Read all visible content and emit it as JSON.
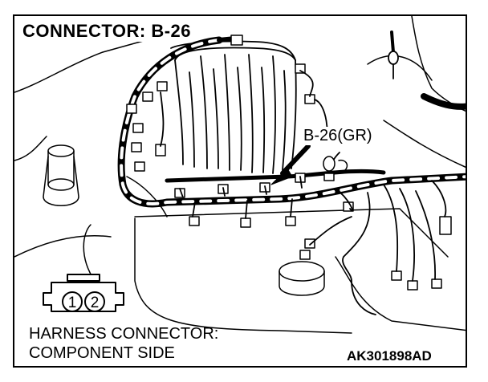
{
  "title": "CONNECTOR: B-26",
  "callout_label": "B-26(GR)",
  "connector_view": {
    "pins": [
      "1",
      "2"
    ],
    "caption_line1": "HARNESS CONNECTOR:",
    "caption_line2": "COMPONENT SIDE"
  },
  "drawing_code": "AK301898AD"
}
